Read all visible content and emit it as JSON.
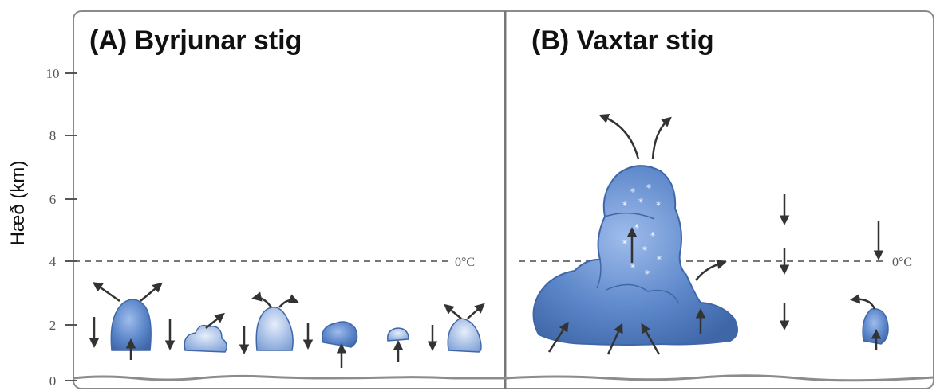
{
  "panels": {
    "a_title": "(A) Byrjunar stig",
    "b_title": "(B) Vaxtar stig"
  },
  "axis": {
    "label": "Hæð (km)",
    "ticks": [
      "0",
      "2",
      "4",
      "6",
      "8",
      "10"
    ]
  },
  "freezing_level_label": "0°C",
  "colors": {
    "cloud_fill": "#5b86c9",
    "cloud_edge": "#3f67a8",
    "frame": "#888888",
    "arrow": "#333333"
  }
}
